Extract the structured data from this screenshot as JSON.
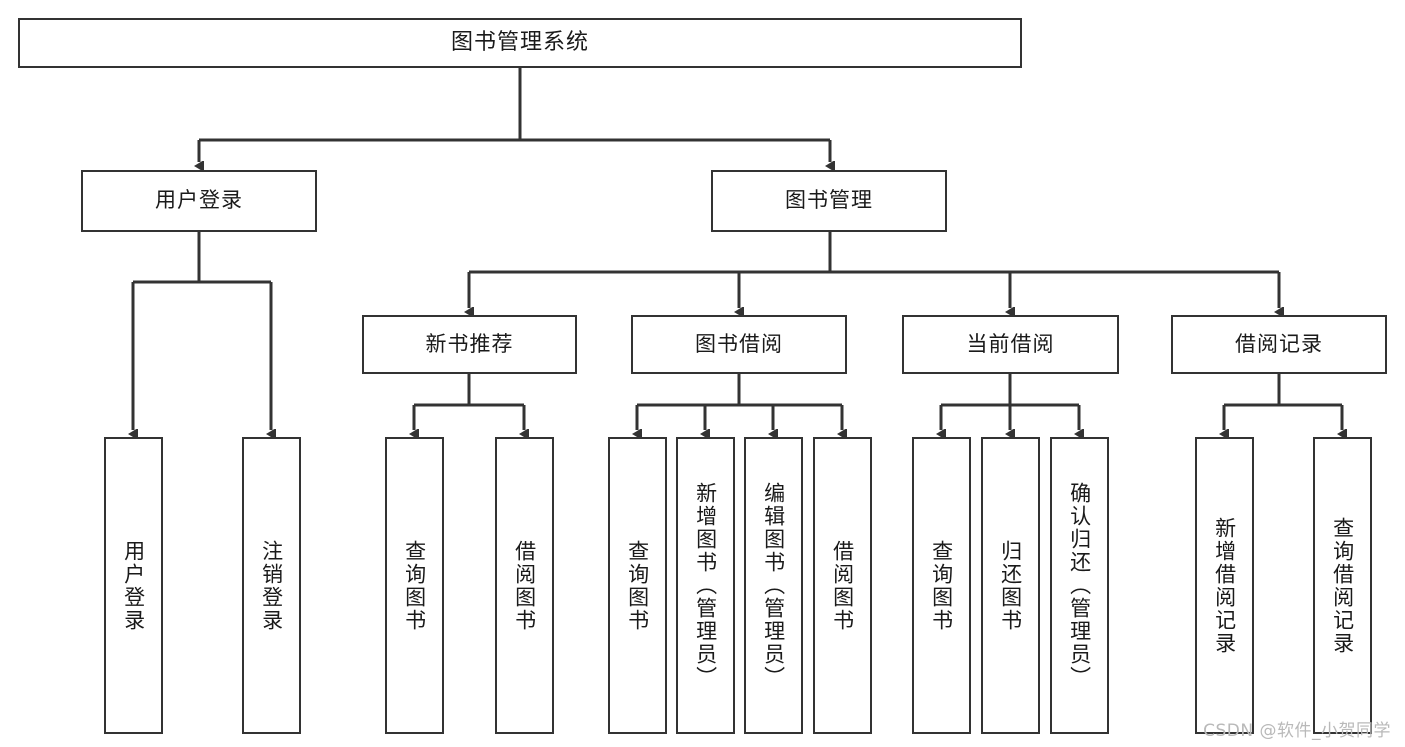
{
  "diagram": {
    "title": "图书管理系统",
    "type": "tree-hierarchy-chart",
    "accent_color": "#333333",
    "background": "#ffffff",
    "root": {
      "label": "图书管理系统"
    },
    "level2": [
      {
        "label": "用户登录"
      },
      {
        "label": "图书管理"
      }
    ],
    "level3": [
      {
        "label": "新书推荐"
      },
      {
        "label": "图书借阅"
      },
      {
        "label": "当前借阅"
      },
      {
        "label": "借阅记录"
      }
    ],
    "leaves": [
      {
        "label": "用户登录"
      },
      {
        "label": "注销登录"
      },
      {
        "label": "查询图书"
      },
      {
        "label": "借阅图书"
      },
      {
        "label": "查询图书"
      },
      {
        "label": "新增图书（管理员）"
      },
      {
        "label": "编辑图书（管理员）"
      },
      {
        "label": "借阅图书"
      },
      {
        "label": "查询图书"
      },
      {
        "label": "归还图书"
      },
      {
        "label": "确认归还（管理员）"
      },
      {
        "label": "新增借阅记录"
      },
      {
        "label": "查询借阅记录"
      }
    ]
  },
  "watermark": {
    "text": "CSDN @软件_小贺同学"
  }
}
